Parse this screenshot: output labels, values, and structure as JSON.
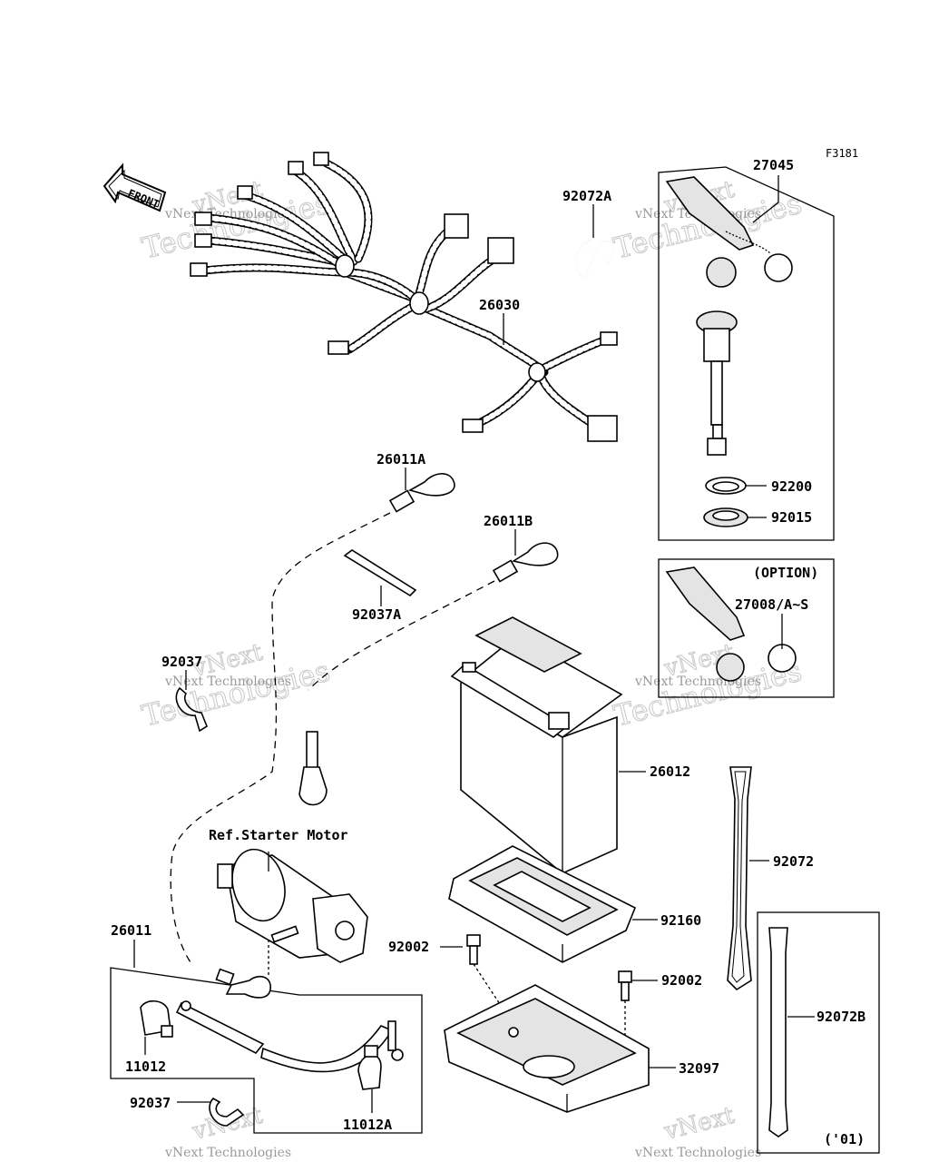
{
  "figure_code": "F3181",
  "front_arrow_label": "FRONT",
  "watermark": {
    "brand": "vNext",
    "big": "Technologies",
    "small": "vNext Technologies"
  },
  "parts": {
    "p27045": "27045",
    "p92072A": "92072A",
    "p26030": "26030",
    "p92200": "92200",
    "p92015": "92015",
    "p26011A": "26011A",
    "p26011B": "26011B",
    "p92037A": "92037A",
    "option": "(OPTION)",
    "p27008": "27008/A~S",
    "p92037_top": "92037",
    "p26012": "26012",
    "ref_starter": "Ref.Starter Motor",
    "p92072": "92072",
    "p26011": "26011",
    "p92160": "92160",
    "p92002_left": "92002",
    "p92002_right": "92002",
    "p92072B": "92072B",
    "p11012": "11012",
    "p32097": "32097",
    "p92037_bottom": "92037",
    "p11012A": "11012A",
    "year_note": "('01)"
  }
}
